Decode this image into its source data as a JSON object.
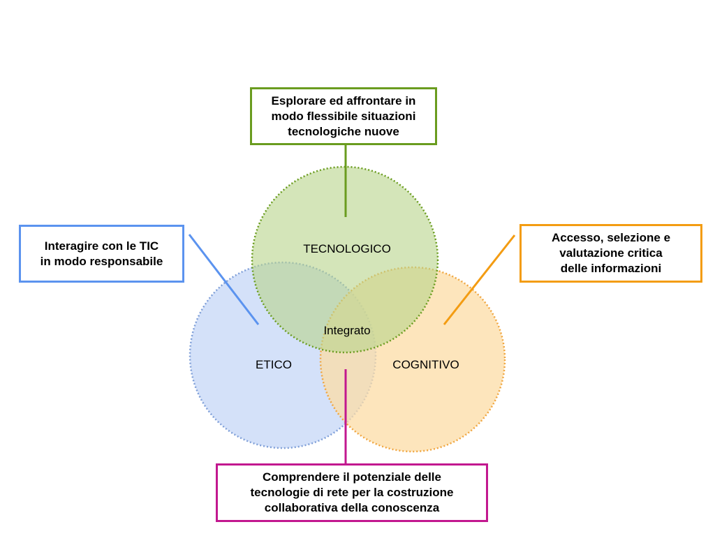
{
  "circles": {
    "tecnologico": {
      "label": "TECNOLOGICO",
      "fill": "#cfe0aa",
      "stroke": "#6a9c1f"
    },
    "etico": {
      "label": "ETICO",
      "fill": "#ccdcf8",
      "stroke": "#7f9fd8"
    },
    "cognitivo": {
      "label": "COGNITIVO",
      "fill": "#fcdca6",
      "stroke": "#f0a640"
    },
    "center_label": "Integrato"
  },
  "boxes": {
    "top": {
      "text": "Esplorare ed affrontare in\nmodo flessibile situazioni\ntecnologiche nuove",
      "color": "#6a9c1f"
    },
    "left": {
      "text": "Interagire con le TIC\nin modo responsabile",
      "color": "#5b93ef"
    },
    "right": {
      "text": "Accesso, selezione e\nvalutazione critica\ndelle informazioni",
      "color": "#f39c12"
    },
    "bottom": {
      "text": "Comprendere il potenziale delle\ntecnologie di rete per la costruzione\ncollaborativa della conoscenza",
      "color": "#c2188f"
    }
  }
}
